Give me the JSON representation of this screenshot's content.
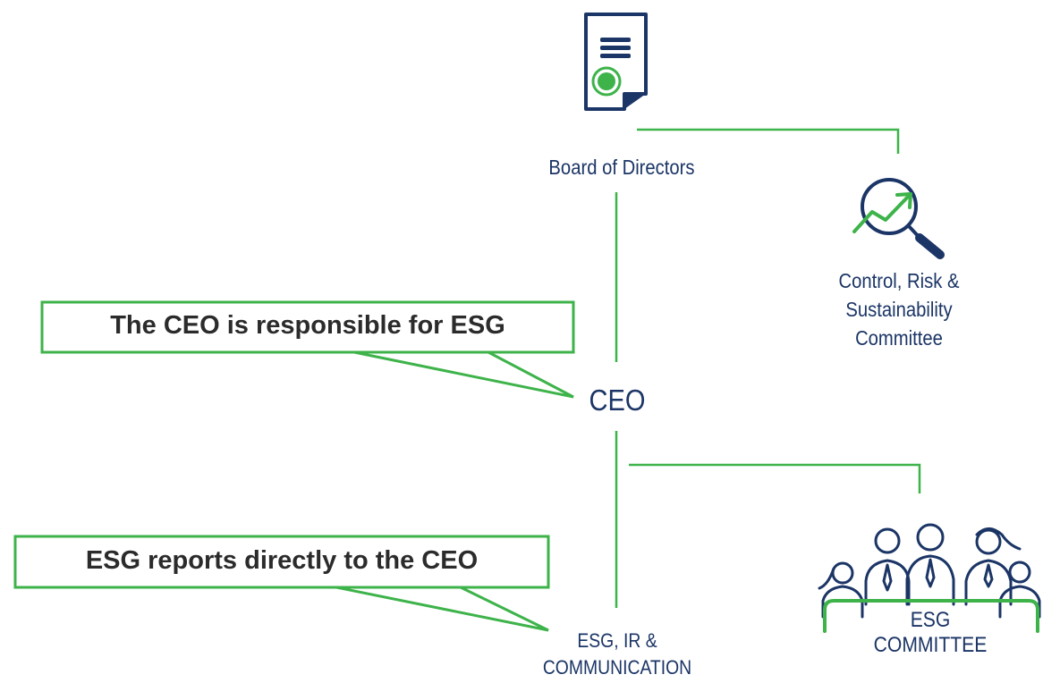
{
  "nodes": {
    "board": "Board of Directors",
    "committee_control": "Control, Risk & Sustainability Committee",
    "ceo": "CEO",
    "esg_ir": "ESG, IR & COMMUNICATION",
    "esg_committee": "ESG COMMITTEE"
  },
  "callouts": {
    "ceo_callout": "The CEO is responsible for ESG",
    "esg_callout": "ESG reports directly to the CEO"
  },
  "colors": {
    "navy": "#1b3566",
    "green": "#3db34a",
    "text_dark": "#2b2b2b"
  },
  "icons": [
    "document-seal-icon",
    "magnifier-chart-icon",
    "team-icon"
  ]
}
